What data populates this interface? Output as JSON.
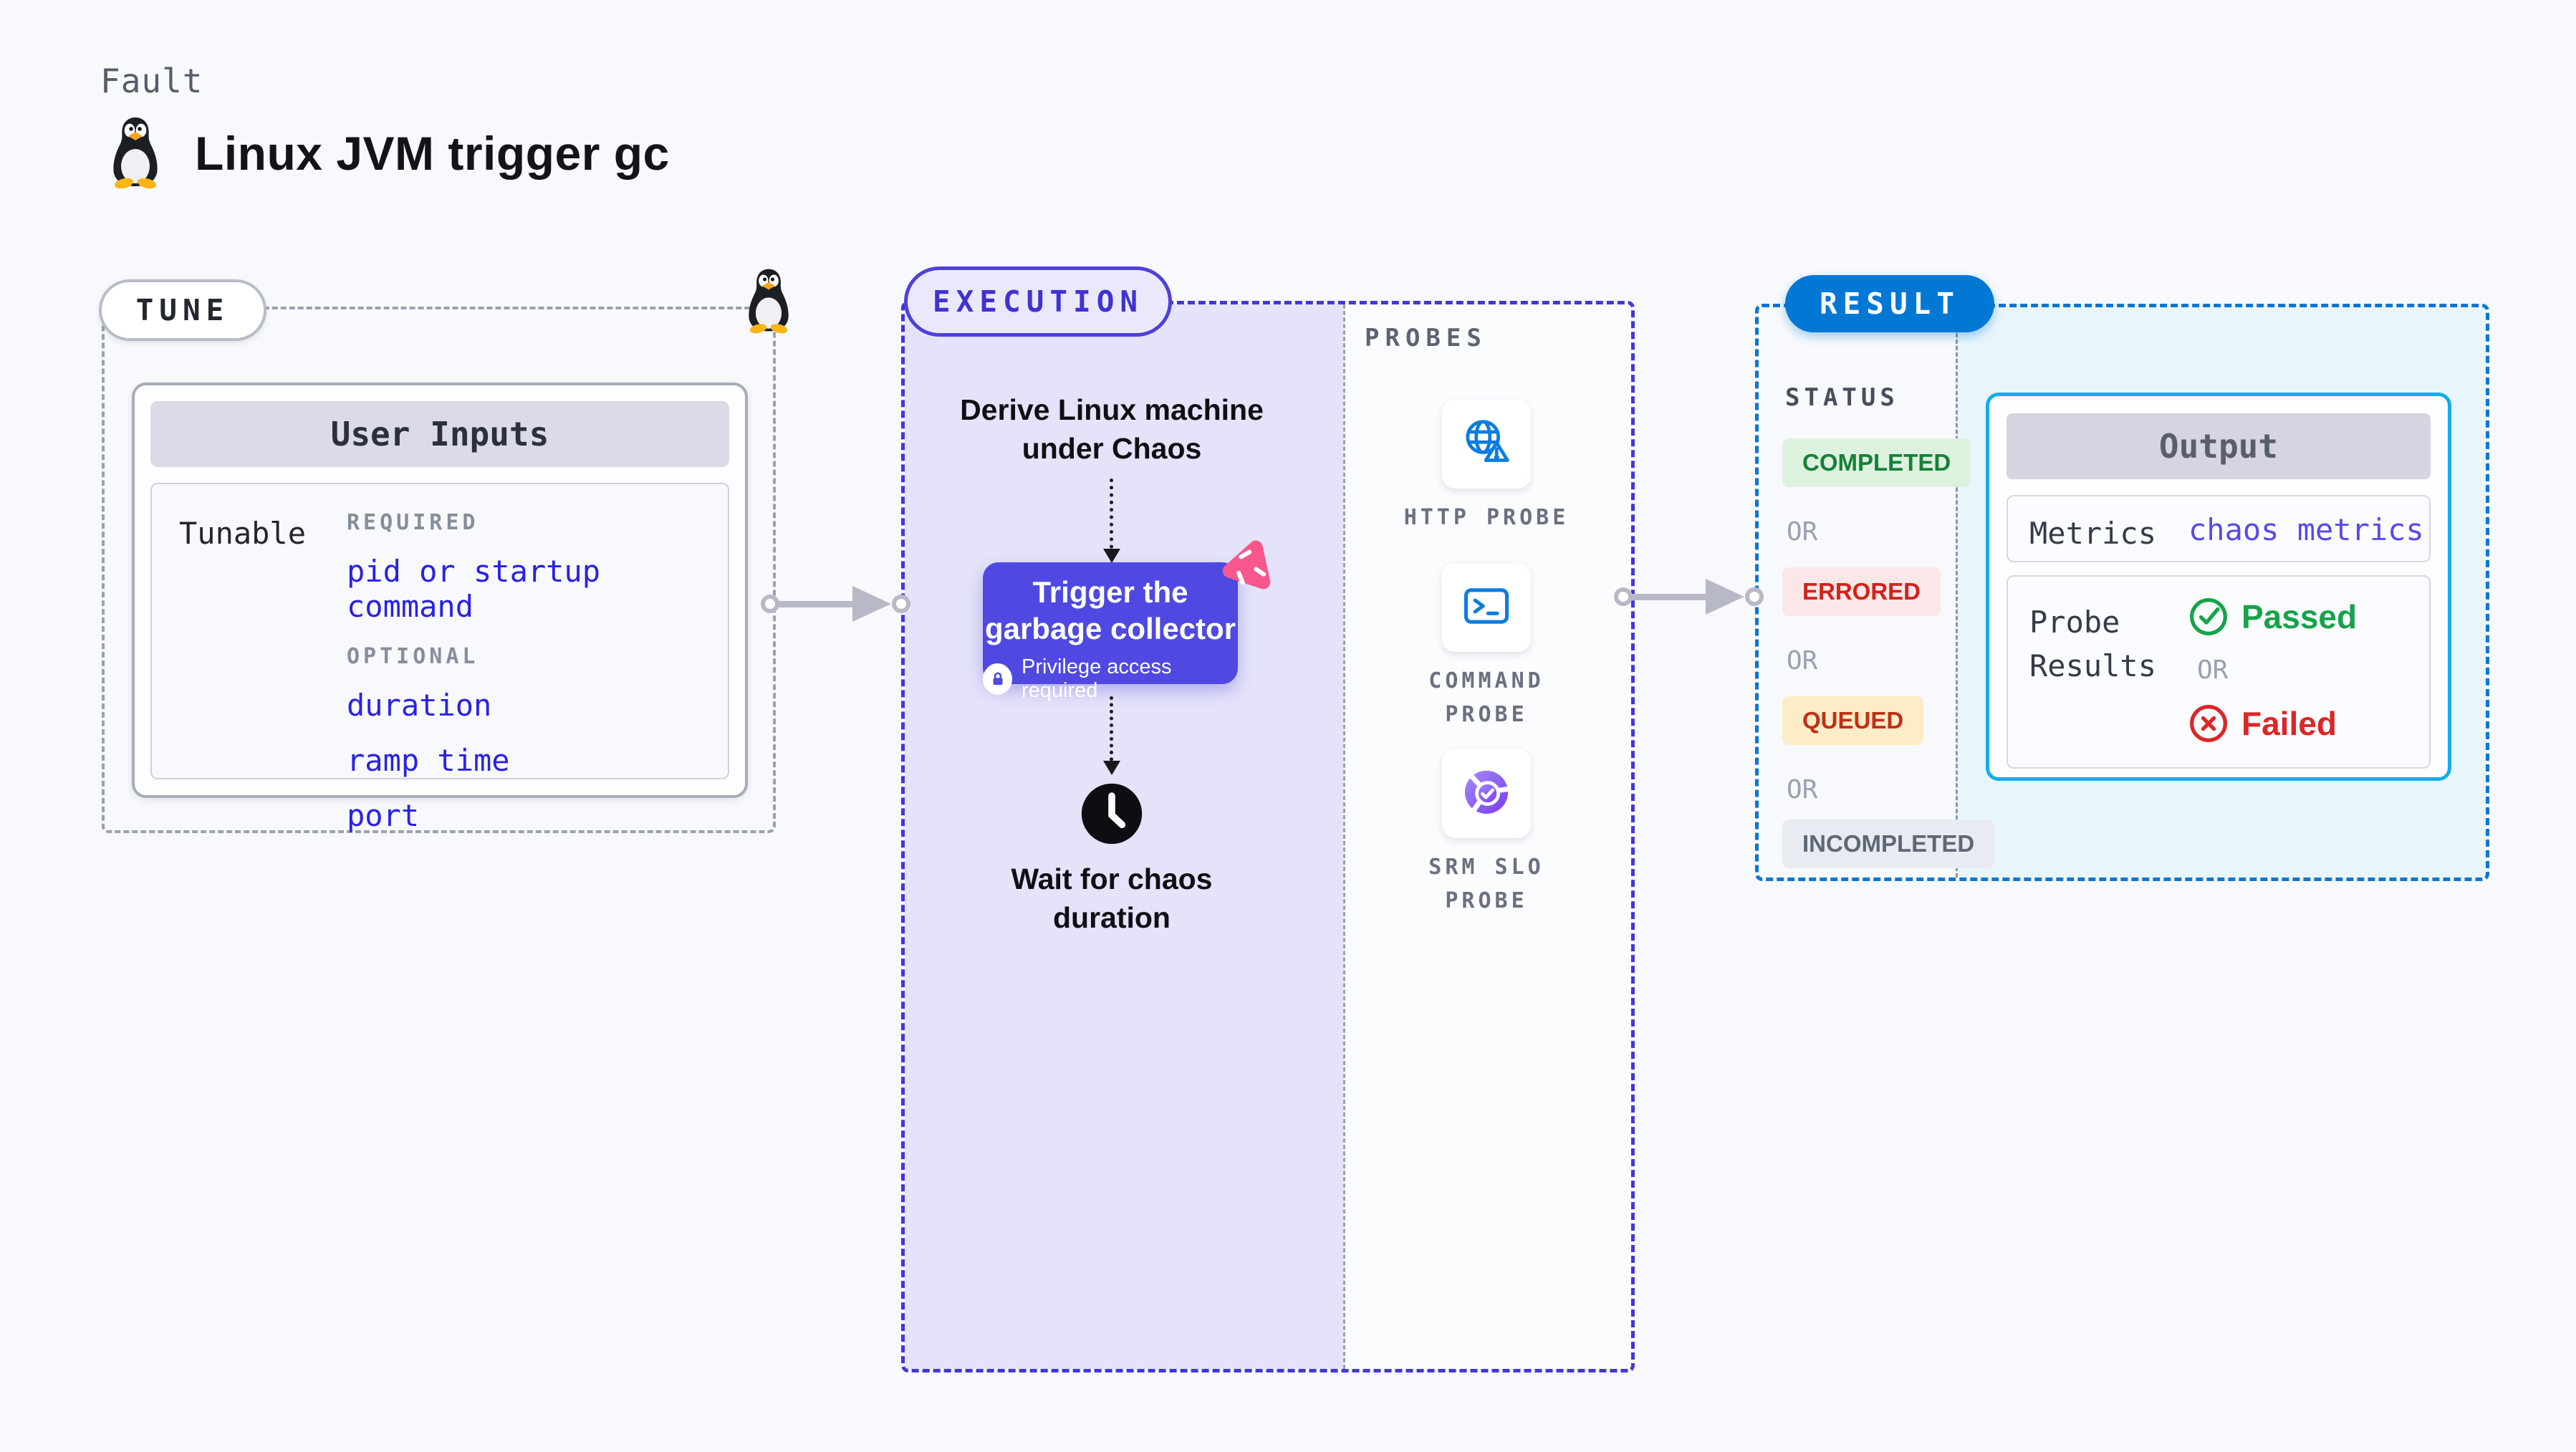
{
  "page": {
    "background": "#f7f9fc"
  },
  "header": {
    "eyebrow": "Fault",
    "title": "Linux JVM trigger gc",
    "title_icon": "tux-penguin"
  },
  "tune": {
    "badge": "TUNE",
    "corner_icon": "tux-penguin",
    "user_inputs": {
      "header": "User Inputs",
      "row_label": "Tunable",
      "required_label": "REQUIRED",
      "required_item": "pid or startup command",
      "optional_label": "OPTIONAL",
      "optional_items": [
        "duration",
        "ramp time",
        "port"
      ]
    }
  },
  "execution": {
    "badge": "EXECUTION",
    "derive": {
      "line1": "Derive Linux machine",
      "line2": "under Chaos"
    },
    "trigger_node": {
      "line1": "Trigger the",
      "line2": "garbage collector",
      "note": "Privilege access required",
      "color": "#4f49e1"
    },
    "wait": {
      "line1": "Wait for chaos",
      "line2": "duration"
    },
    "probes": {
      "label": "PROBES",
      "items": [
        {
          "name": "HTTP PROBE",
          "icon": "globe-alert-icon",
          "color": "#0c7ce0"
        },
        {
          "name": "COMMAND PROBE",
          "icon": "terminal-icon",
          "color": "#0c7ce0"
        },
        {
          "name": "SRM SLO PROBE",
          "icon": "slo-donut-check-icon",
          "color": "#8a5cf6"
        }
      ]
    }
  },
  "result": {
    "badge": "RESULT",
    "status": {
      "label": "STATUS",
      "separator": "OR",
      "chips": [
        {
          "label": "COMPLETED",
          "fg": "#178038",
          "bg": "#dcf2de"
        },
        {
          "label": "ERRORED",
          "fg": "#d0231b",
          "bg": "#fbe7e7"
        },
        {
          "label": "QUEUED",
          "fg": "#c22f16",
          "bg": "#fcedc6"
        },
        {
          "label": "INCOMPLETED",
          "fg": "#5f6775",
          "bg": "#e9ebf2"
        }
      ]
    },
    "output": {
      "header": "Output",
      "metrics_label": "Metrics",
      "metrics_value": "chaos metrics",
      "probe_results_line1": "Probe",
      "probe_results_line2": "Results",
      "passed_label": "Passed",
      "or_label": "OR",
      "failed_label": "Failed"
    }
  },
  "colors": {
    "tune_border": "#9ba1ac",
    "execution_border": "#4336d9",
    "result_border": "#0d76d2",
    "lavender_panel": "#e4e3fa",
    "cyan_panel": "#e8f6fc",
    "param_link_blue": "#2a21e6",
    "result_badge_bg": "#0278d5",
    "output_card_border": "#12aee6",
    "passed_green": "#16a34a",
    "failed_red": "#dc2626",
    "probe_icon_blue": "#0c7ce0",
    "srm_purple": "#8a5cf6",
    "chaos_pink": "#f8578c"
  }
}
